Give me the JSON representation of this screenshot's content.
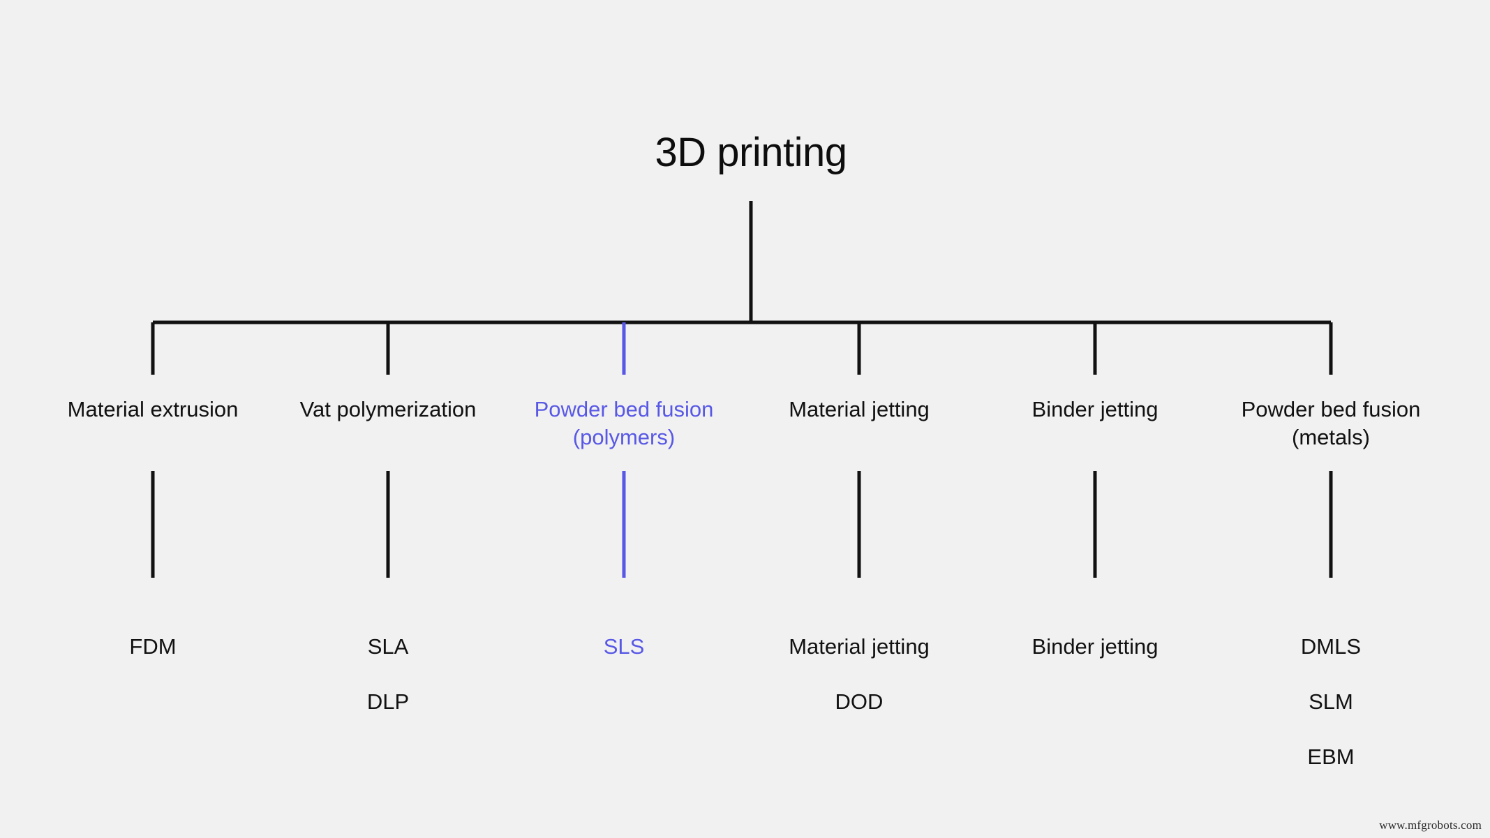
{
  "canvas": {
    "background_color": "#f1f1f1",
    "text_color": "#111111",
    "accent_color": "#5858e6"
  },
  "root": {
    "label": "3D printing"
  },
  "categories": [
    {
      "id": "material-extrusion",
      "label": "Material extrusion",
      "highlighted": false,
      "leaves": [
        "FDM"
      ]
    },
    {
      "id": "vat-polymerization",
      "label": "Vat polymerization",
      "highlighted": false,
      "leaves": [
        "SLA",
        "DLP"
      ]
    },
    {
      "id": "powder-bed-fusion-polymers",
      "label": "Powder bed fusion\n(polymers)",
      "highlighted": true,
      "leaves": [
        "SLS"
      ]
    },
    {
      "id": "material-jetting",
      "label": "Material jetting",
      "highlighted": false,
      "leaves": [
        "Material jetting",
        "DOD"
      ]
    },
    {
      "id": "binder-jetting",
      "label": "Binder jetting",
      "highlighted": false,
      "leaves": [
        "Binder jetting"
      ]
    },
    {
      "id": "powder-bed-fusion-metals",
      "label": "Powder bed fusion\n(metals)",
      "highlighted": false,
      "leaves": [
        "DMLS",
        "SLM",
        "EBM"
      ]
    }
  ],
  "watermark": {
    "text": "www.mfgrobots.com"
  }
}
